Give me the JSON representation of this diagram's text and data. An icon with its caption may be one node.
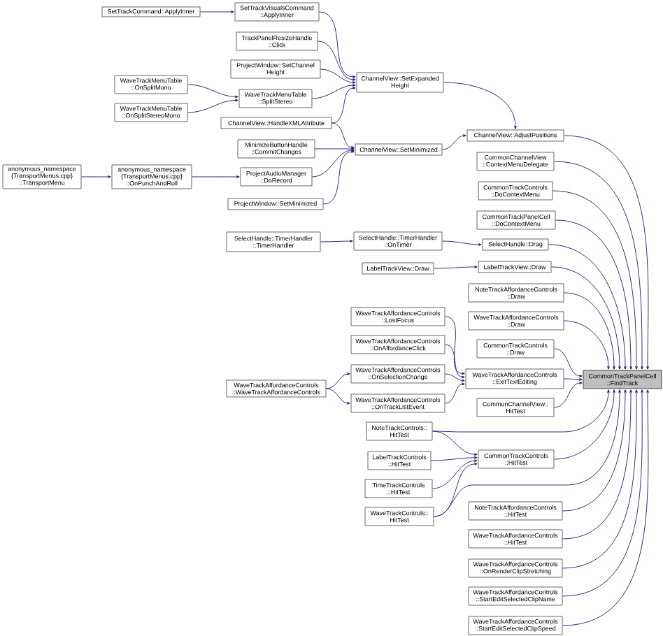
{
  "diagram": {
    "nodes": [
      {
        "text": [
          "anonymous_namespace {TransportMenus.cpp} ::TransportMenu"
        ]
      },
      {
        "text": [
          "SetTrackCommand::ApplyInner"
        ]
      },
      {
        "text": [
          "WaveTrackMenuTable ::OnSplitMono"
        ]
      },
      {
        "text": [
          "WaveTrackMenuTable ::OnSplitStereoMono"
        ]
      },
      {
        "text": [
          "anonymous_namespace {TransportMenus.cpp} ::OnPunchAndRoll"
        ]
      },
      {
        "text": [
          "SetTrackVisualsCommand ::ApplyInner"
        ]
      },
      {
        "text": [
          "TrackPanelResizeHandle ::Click"
        ]
      },
      {
        "text": [
          "ProjectWindow::SetChannel Height"
        ]
      },
      {
        "text": [
          "WaveTrackMenuTable ::SplitStereo"
        ]
      },
      {
        "text": [
          "ChannelView::HandleXMLAttribute"
        ]
      },
      {
        "text": [
          "MinimizeButtonHandle ::CommitChanges"
        ]
      },
      {
        "text": [
          "ProjectAudioManager ::DoRecord"
        ]
      },
      {
        "text": [
          "ProjectWindow::SetMinimized"
        ]
      },
      {
        "text": [
          "SelectHandle::TimerHandler ::TimerHandler"
        ]
      },
      {
        "text": [
          "WaveTrackAffordanceControls ::WaveTrackAffordanceControls"
        ]
      },
      {
        "text": [
          "ChannelView::SetExpanded Height"
        ]
      },
      {
        "text": [
          "ChannelView::SetMinimized"
        ]
      },
      {
        "text": [
          "SelectHandle::TimerHandler ::OnTimer"
        ]
      },
      {
        "text": [
          "LabelTrackView::Draw"
        ]
      },
      {
        "text": [
          "WaveTrackAffordanceControls ::LostFocus"
        ]
      },
      {
        "text": [
          "WaveTrackAffordanceControls ::OnAffordanceClick"
        ]
      },
      {
        "text": [
          "WaveTrackAffordanceControls ::OnSelectionChange"
        ]
      },
      {
        "text": [
          "WaveTrackAffordanceControls ::OnTrackListEvent"
        ]
      },
      {
        "text": [
          "NoteTrackControls:: HitTest"
        ]
      },
      {
        "text": [
          "LabelTrackControls ::HitTest"
        ]
      },
      {
        "text": [
          "TimeTrackControls ::HitTest"
        ]
      },
      {
        "text": [
          "WaveTrackControls:: HitTest"
        ]
      },
      {
        "text": [
          "ChannelView::AdjustPositions"
        ]
      },
      {
        "text": [
          "CommonChannelView ::ContextMenuDelegate"
        ]
      },
      {
        "text": [
          "CommonTrackControls ::DoContextMenu"
        ]
      },
      {
        "text": [
          "CommonTrackPanelCell ::DoContextMenu"
        ]
      },
      {
        "text": [
          "SelectHandle::Drag"
        ]
      },
      {
        "text": [
          "LabelTrackView::Draw"
        ]
      },
      {
        "text": [
          "NoteTrackAffordanceControls ::Draw"
        ]
      },
      {
        "text": [
          "WaveTrackAffordanceControls ::Draw"
        ]
      },
      {
        "text": [
          "CommonTrackControls ::Draw"
        ]
      },
      {
        "text": [
          "WaveTrackAffordanceControls ::ExitTextEditing"
        ]
      },
      {
        "text": [
          "CommonChannelView:: HitTest"
        ]
      },
      {
        "text": [
          "CommonTrackControls ::HitTest"
        ]
      },
      {
        "text": [
          "NoteTrackAffordanceControls ::HitTest"
        ]
      },
      {
        "text": [
          "WaveTrackAffordanceControls ::HitTest"
        ]
      },
      {
        "text": [
          "WaveTrackAffordanceControls ::OnRenderClipStretching"
        ]
      },
      {
        "text": [
          "WaveTrackAffordanceControls ::StartEditSelectedClipName"
        ]
      },
      {
        "text": [
          "WaveTrackAffordanceControls ::StartEditSelectedClipSpeed"
        ]
      },
      {
        "text": [
          "CommonTrackPanelCell ::FindTrack"
        ]
      }
    ],
    "edges": [
      {
        "from": 1,
        "to": 5,
        "arrow": "to"
      },
      {
        "from": 5,
        "to": 15,
        "arrow": "to"
      },
      {
        "from": 6,
        "to": 15,
        "arrow": "to"
      },
      {
        "from": 7,
        "to": 15,
        "arrow": "to"
      },
      {
        "from": 8,
        "to": 15,
        "arrow": "to"
      },
      {
        "from": 2,
        "to": 8,
        "arrow": "to"
      },
      {
        "from": 3,
        "to": 8,
        "arrow": "to"
      },
      {
        "from": 9,
        "to": 15,
        "arrow": "to"
      },
      {
        "from": 9,
        "to": 16,
        "arrow": "to"
      },
      {
        "from": 10,
        "to": 16,
        "arrow": "to"
      },
      {
        "from": 11,
        "to": 16,
        "arrow": "to"
      },
      {
        "from": 12,
        "to": 16,
        "arrow": "to"
      },
      {
        "from": 0,
        "to": 4,
        "arrow": "to"
      },
      {
        "from": 4,
        "to": 11,
        "arrow": "to"
      },
      {
        "from": 15,
        "to": 27,
        "arrow": "to"
      },
      {
        "from": 16,
        "to": 27,
        "arrow": "to"
      },
      {
        "from": 13,
        "to": 17,
        "arrow": "to"
      },
      {
        "from": 17,
        "to": 31,
        "arrow": "to"
      },
      {
        "from": 18,
        "to": 32,
        "arrow": "to"
      },
      {
        "from": 19,
        "to": 36,
        "arrow": "to"
      },
      {
        "from": 20,
        "to": 36,
        "arrow": "to"
      },
      {
        "from": 21,
        "to": 36,
        "arrow": "to"
      },
      {
        "from": 22,
        "to": 36,
        "arrow": "to"
      },
      {
        "from": 14,
        "to": 21,
        "arrow": "to"
      },
      {
        "from": 14,
        "to": 22,
        "arrow": "to"
      },
      {
        "from": 23,
        "to": 38,
        "arrow": "to"
      },
      {
        "from": 24,
        "to": 38,
        "arrow": "to"
      },
      {
        "from": 25,
        "to": 38,
        "arrow": "to"
      },
      {
        "from": 26,
        "to": 38,
        "arrow": "to"
      },
      {
        "from": 23,
        "to": 44,
        "arrow": "to"
      },
      {
        "from": 26,
        "to": 44,
        "arrow": "to"
      },
      {
        "from": 27,
        "to": 44,
        "arrow": "to"
      },
      {
        "from": 28,
        "to": 44,
        "arrow": "to"
      },
      {
        "from": 29,
        "to": 44,
        "arrow": "to"
      },
      {
        "from": 30,
        "to": 44,
        "arrow": "to"
      },
      {
        "from": 31,
        "to": 44,
        "arrow": "to"
      },
      {
        "from": 32,
        "to": 44,
        "arrow": "to"
      },
      {
        "from": 33,
        "to": 44,
        "arrow": "to"
      },
      {
        "from": 34,
        "to": 44,
        "arrow": "to"
      },
      {
        "from": 35,
        "to": 44,
        "arrow": "to"
      },
      {
        "from": 36,
        "to": 44,
        "arrow": "to"
      },
      {
        "from": 37,
        "to": 44,
        "arrow": "to"
      },
      {
        "from": 38,
        "to": 44,
        "arrow": "to"
      },
      {
        "from": 39,
        "to": 44,
        "arrow": "to"
      },
      {
        "from": 40,
        "to": 44,
        "arrow": "to"
      },
      {
        "from": 41,
        "to": 44,
        "arrow": "to"
      },
      {
        "from": 42,
        "to": 44,
        "arrow": "to"
      },
      {
        "from": 43,
        "to": 44,
        "arrow": "to"
      }
    ]
  }
}
